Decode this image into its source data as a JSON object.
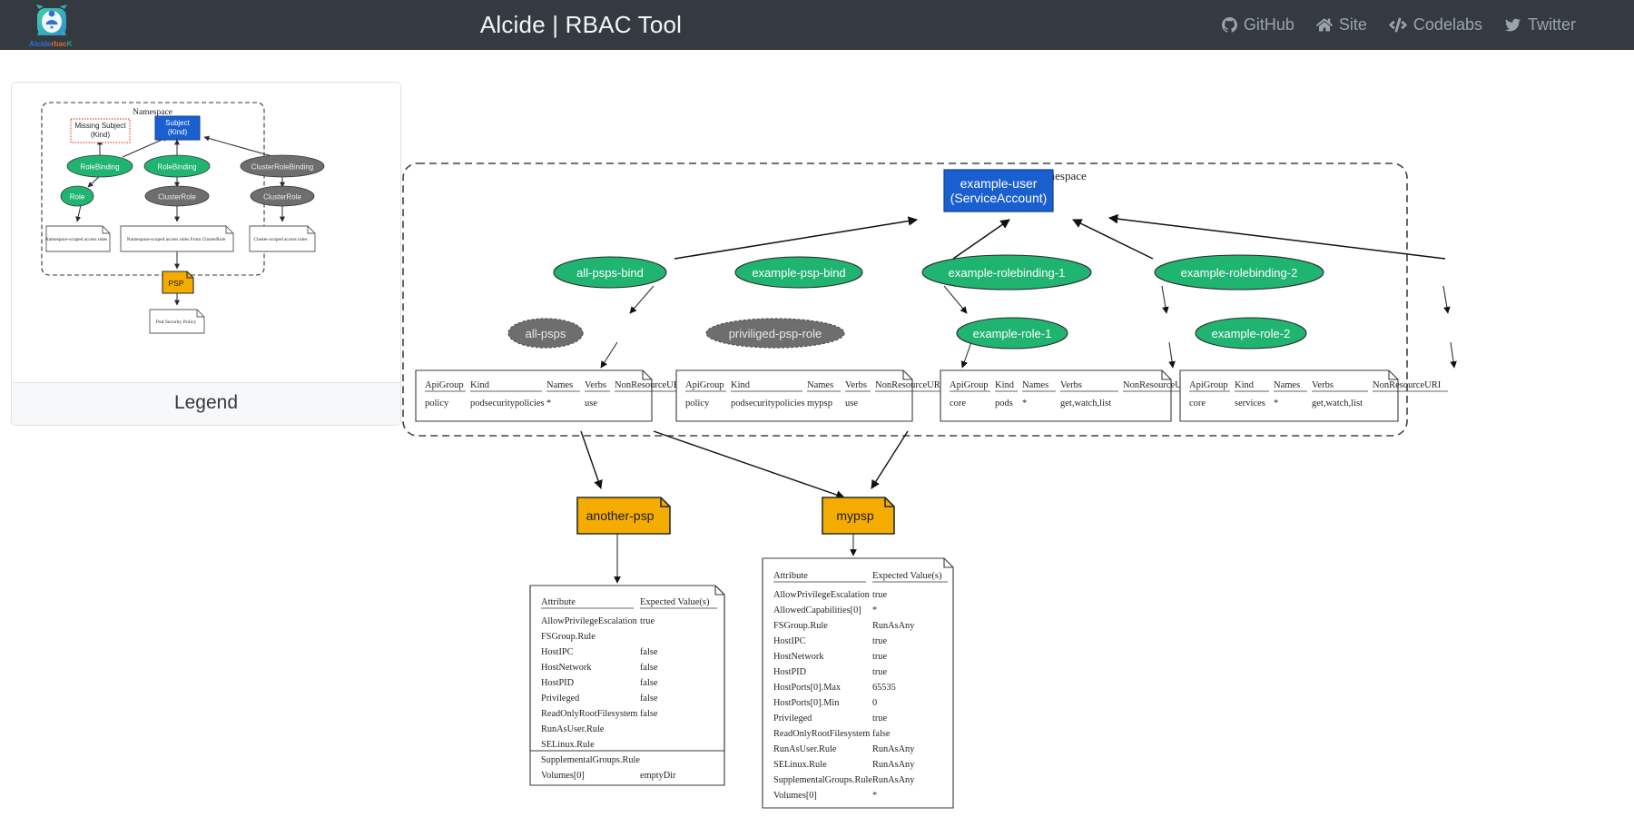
{
  "navbar": {
    "title": "Alcide | RBAC Tool",
    "logo": {
      "text_part1": "Alcide",
      "text_part2": "rbac",
      "text_part3": "K",
      "alt": "alcide-rbac-tool-logo"
    },
    "links": [
      {
        "label": "GitHub",
        "icon": "github-icon"
      },
      {
        "label": "Site",
        "icon": "home-icon"
      },
      {
        "label": "Codelabs",
        "icon": "code-icon"
      },
      {
        "label": "Twitter",
        "icon": "twitter-icon"
      }
    ]
  },
  "legend": {
    "footer_label": "Legend",
    "namespace_label": "Namespace",
    "nodes": {
      "missing_subject": "Missing Subject\n(Kind)",
      "missing_subject_line1": "Missing Subject",
      "missing_subject_line2": "(Kind)",
      "subject_line1": "Subject",
      "subject_line2": "(Kind)",
      "rolebinding_left": "RoleBinding",
      "rolebinding_mid": "RoleBinding",
      "clusterrolebinding": "ClusterRoleBinding",
      "role": "Role",
      "clusterrole_mid": "ClusterRole",
      "clusterrole_right": "ClusterRole",
      "note_ns_scoped": "Namespace-scoped access rules",
      "note_ns_from_cr": "Namespace-scoped access rules From ClusterRole",
      "note_cluster_scoped": "Cluster-scoped access rules",
      "psp": "PSP",
      "note_psp": "Pod Security Policy"
    }
  },
  "graph": {
    "namespace_label": "mynamespace",
    "subject": {
      "line1": "example-user",
      "line2": "(ServiceAccount)"
    },
    "bindings": [
      {
        "name": "all-psps-bind",
        "style": "green"
      },
      {
        "name": "example-psp-bind",
        "style": "green"
      },
      {
        "name": "example-rolebinding-1",
        "style": "green"
      },
      {
        "name": "example-rolebinding-2",
        "style": "green"
      }
    ],
    "roles": [
      {
        "name": "all-psps",
        "style": "gray-dashed"
      },
      {
        "name": "priviliged-psp-role",
        "style": "gray-dashed"
      },
      {
        "name": "example-role-1",
        "style": "green"
      },
      {
        "name": "example-role-2",
        "style": "green"
      }
    ],
    "psps": [
      {
        "name": "another-psp"
      },
      {
        "name": "mypsp"
      }
    ],
    "rule_tables": [
      {
        "headers": [
          "ApiGroup",
          "Kind",
          "Names",
          "Verbs",
          "NonResourceURI"
        ],
        "rows": [
          [
            "policy",
            "podsecuritypolicies",
            "*",
            "use",
            ""
          ]
        ]
      },
      {
        "headers": [
          "ApiGroup",
          "Kind",
          "Names",
          "Verbs",
          "NonResourceURI"
        ],
        "rows": [
          [
            "policy",
            "podsecuritypolicies",
            "mypsp",
            "use",
            ""
          ]
        ]
      },
      {
        "headers": [
          "ApiGroup",
          "Kind",
          "Names",
          "Verbs",
          "NonResourceURI"
        ],
        "rows": [
          [
            "core",
            "pods",
            "*",
            "get,watch,list",
            ""
          ]
        ]
      },
      {
        "headers": [
          "ApiGroup",
          "Kind",
          "Names",
          "Verbs",
          "NonResourceURI"
        ],
        "rows": [
          [
            "core",
            "services",
            "*",
            "get,watch,list",
            ""
          ]
        ]
      }
    ],
    "psp_tables": [
      {
        "for": "another-psp",
        "headers": [
          "Attribute",
          "Expected Value(s)"
        ],
        "rows": [
          [
            "AllowPrivilegeEscalation",
            "true"
          ],
          [
            "FSGroup.Rule",
            ""
          ],
          [
            "HostIPC",
            "false"
          ],
          [
            "HostNetwork",
            "false"
          ],
          [
            "HostPID",
            "false"
          ],
          [
            "Privileged",
            "false"
          ],
          [
            "ReadOnlyRootFilesystem",
            "false"
          ],
          [
            "RunAsUser.Rule",
            ""
          ],
          [
            "SELinux.Rule",
            ""
          ],
          [
            "SupplementalGroups.Rule",
            ""
          ],
          [
            "Volumes[0]",
            "emptyDir"
          ]
        ]
      },
      {
        "for": "mypsp",
        "headers": [
          "Attribute",
          "Expected Value(s)"
        ],
        "rows": [
          [
            "AllowPrivilegeEscalation",
            "true"
          ],
          [
            "AllowedCapabilities[0]",
            "*"
          ],
          [
            "FSGroup.Rule",
            "RunAsAny"
          ],
          [
            "HostIPC",
            "true"
          ],
          [
            "HostNetwork",
            "true"
          ],
          [
            "HostPID",
            "true"
          ],
          [
            "HostPorts[0].Max",
            "65535"
          ],
          [
            "HostPorts[0].Min",
            "0"
          ],
          [
            "Privileged",
            "true"
          ],
          [
            "ReadOnlyRootFilesystem",
            "false"
          ],
          [
            "RunAsUser.Rule",
            "RunAsAny"
          ],
          [
            "SELinux.Rule",
            "RunAsAny"
          ],
          [
            "SupplementalGroups.Rule",
            "RunAsAny"
          ],
          [
            "Volumes[0]",
            "*"
          ]
        ]
      }
    ]
  },
  "colors": {
    "navbar_bg": "#343a40",
    "green": "#20b471",
    "blue": "#1a5fd0",
    "gray": "#6e6e6e",
    "orange": "#f5ac00",
    "missing_red": "#e8503a"
  }
}
